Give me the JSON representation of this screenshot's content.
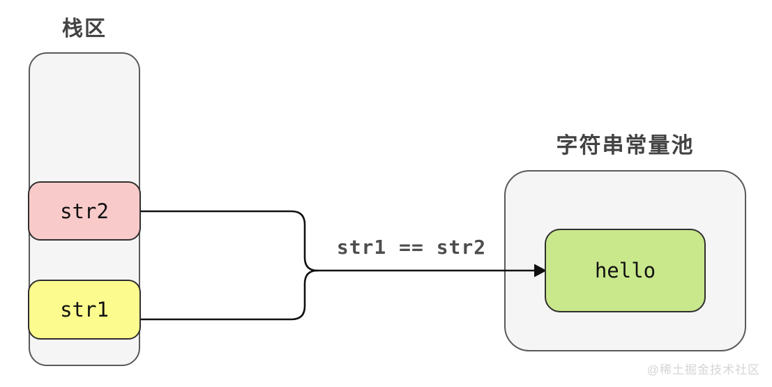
{
  "diagram": {
    "stack": {
      "title": "栈区",
      "items": [
        {
          "label": "str2",
          "fill": "#f9caca"
        },
        {
          "label": "str1",
          "fill": "#fbfb8e"
        }
      ]
    },
    "pool": {
      "title": "字符串常量池",
      "items": [
        {
          "label": "hello",
          "fill": "#c9e88c"
        }
      ]
    },
    "arrow_label": "str1 == str2",
    "watermark": "@稀土掘金技术社区"
  },
  "colors": {
    "background": "#ffffff",
    "container_fill": "#f5f5f5",
    "container_border": "#595959",
    "box_border": "#2e2e2e",
    "title_text": "#434343",
    "arrow_label_text": "#4d4d4d",
    "arrow_stroke": "#111111",
    "watermark_text": "#d5d5d5"
  }
}
